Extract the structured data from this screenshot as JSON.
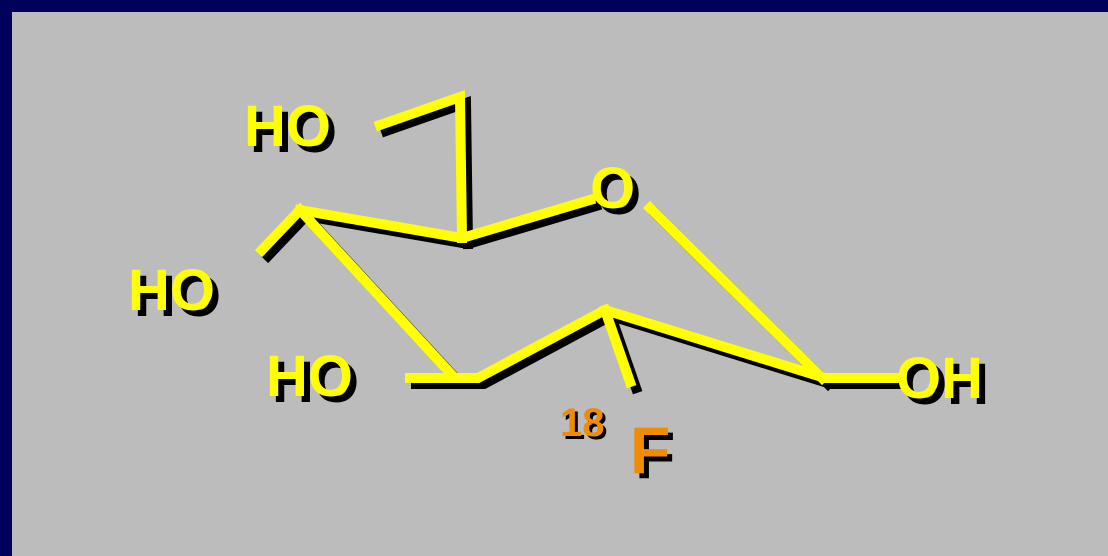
{
  "colors": {
    "background_border": "#00005a",
    "panel": "#bcbcbc",
    "bond": "#ffff00",
    "shadow": "#000000",
    "isotope_label": "#f08c00"
  },
  "molecule": {
    "labels": {
      "ho_top": "HO",
      "ho_left": "HO",
      "ho_lower": "HO",
      "ring_oxygen": "O",
      "oh_right": "OH",
      "isotope_mass": "18",
      "fluorine": "F"
    }
  }
}
